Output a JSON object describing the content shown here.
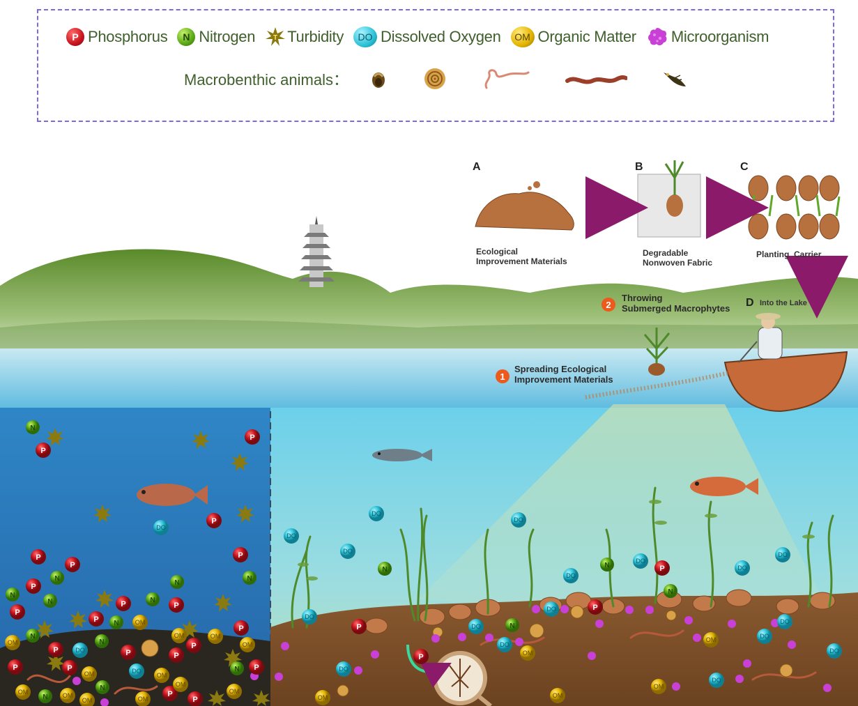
{
  "legend": {
    "items": [
      {
        "badge": "P",
        "label": "Phosphorus"
      },
      {
        "badge": "N",
        "label": "Nitrogen"
      },
      {
        "badge": "T",
        "label": "Turbidity"
      },
      {
        "badge": "DO",
        "label": "Dissolved Oxygen"
      },
      {
        "badge": "OM",
        "label": "Organic Matter"
      },
      {
        "badge": "M",
        "label": "Microorganism"
      }
    ],
    "animals_label": "Macrobenthic animals：",
    "animals": [
      "snail",
      "spiral-snail",
      "red-worm",
      "earthworm",
      "larva"
    ]
  },
  "steps": {
    "a": {
      "letter": "A",
      "caption_line1": "Ecological",
      "caption_line2": "Improvement Materials"
    },
    "b": {
      "letter": "B",
      "caption_line1": "Degradable",
      "caption_line2": "Nonwoven Fabric"
    },
    "c": {
      "letter": "C",
      "caption": "Planting  Carrier"
    },
    "d": {
      "letter": "D",
      "caption": "Into the Lake"
    }
  },
  "annotations": {
    "step1": {
      "num": "1",
      "line1": "Spreading Ecological",
      "line2": "Improvement Materials"
    },
    "step2": {
      "num": "2",
      "line1": "Throwing",
      "line2": "Submerged Macrophytes"
    }
  },
  "colors": {
    "phosphorus": "#c8141e",
    "nitrogen": "#5aa816",
    "dissolved_oxygen": "#2cc1d6",
    "organic_matter": "#e2b400",
    "microorganism": "#c940d6",
    "turbidity": "#8a7a10",
    "arrow": "#8b1a6b",
    "legend_border": "#7b6be0"
  }
}
